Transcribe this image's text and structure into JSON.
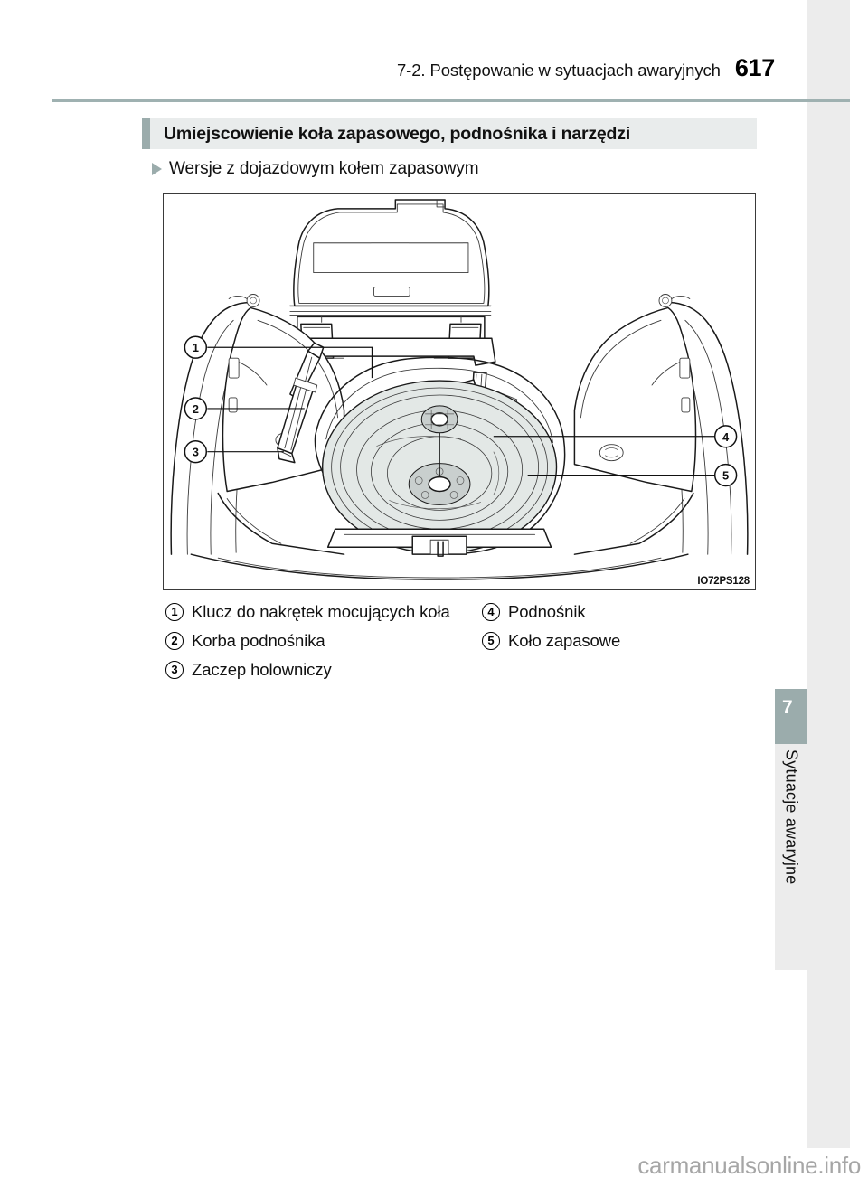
{
  "header": {
    "chapter_label": "7-2. Postępowanie w sytuacjach awaryjnych",
    "page_number": "617"
  },
  "section": {
    "title": "Umiejscowienie koła zapasowego, podnośnika i narzędzi",
    "subheading": "Wersje z dojazdowym kołem zapasowym"
  },
  "figure": {
    "code": "IO72PS128",
    "callouts": [
      "1",
      "2",
      "3",
      "4",
      "5"
    ],
    "description": "Widok otwartego bagażnika z kołem zapasowym we wnęce"
  },
  "legend": {
    "left": [
      {
        "num": "1",
        "text": "Klucz do nakrętek mocujących koła"
      },
      {
        "num": "2",
        "text": "Korba podnośnika"
      },
      {
        "num": "3",
        "text": "Zaczep holowniczy"
      }
    ],
    "right": [
      {
        "num": "4",
        "text": "Podnośnik"
      },
      {
        "num": "5",
        "text": "Koło zapasowe"
      }
    ]
  },
  "side_tab": {
    "chapter_number": "7",
    "chapter_name": "Sytuacje awaryjne"
  },
  "footer": {
    "watermark": "carmanualsonline.info"
  },
  "colors": {
    "accent": "#9bacac",
    "band_bg": "#e9ecec",
    "margin_strip": "#ececec",
    "rule": "#9fb1b1",
    "wheel_fill": "#e3e8e6"
  }
}
